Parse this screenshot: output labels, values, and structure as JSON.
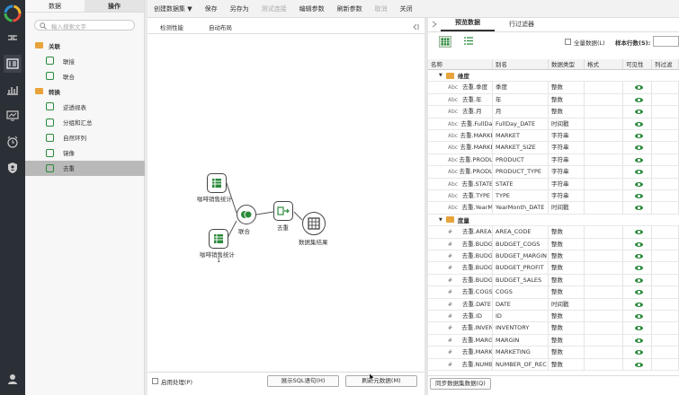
{
  "left_panel": {
    "tabs": [
      "数据",
      "操作"
    ],
    "search_placeholder": "輸入搜索文字",
    "tree": [
      {
        "label": "关联",
        "level": 0,
        "icon": "folder-icon"
      },
      {
        "label": "联接",
        "level": 1,
        "icon": "join-icon"
      },
      {
        "label": "联合",
        "level": 1,
        "icon": "union-icon"
      },
      {
        "label": "转换",
        "level": 0,
        "icon": "folder-icon"
      },
      {
        "label": "逆透视表",
        "level": 1,
        "icon": "unpivot-icon"
      },
      {
        "label": "分组和汇总",
        "level": 1,
        "icon": "group-icon"
      },
      {
        "label": "自然环列",
        "level": 1,
        "icon": "list-icon"
      },
      {
        "label": "镜像",
        "level": 1,
        "icon": "mirror-icon"
      },
      {
        "label": "去重",
        "level": 1,
        "icon": "dedup-icon",
        "selected": true
      }
    ]
  },
  "toolbar": {
    "items": [
      "创建数据集 ▼",
      "保存",
      "另存为",
      "测试连接",
      "编辑参数",
      "刷新参数",
      "取消",
      "关闭"
    ],
    "disabled": [
      false,
      false,
      false,
      true,
      false,
      false,
      true,
      false
    ]
  },
  "canvas": {
    "tabs": [
      "检测性能",
      "自动布局"
    ],
    "nodes": {
      "source1": "咖啡销售统计",
      "source2_line1": "咖啡销售统计",
      "source2_line2": "1",
      "union": "联合",
      "dedup": "去重",
      "result": "数据集结果"
    },
    "footer": {
      "checkbox_label": "启用处理(P)",
      "sql_button": "展示SQL语句(H)",
      "refresh_button": "刷新元数据(M)"
    }
  },
  "right_panel": {
    "tabs": [
      "预览数据",
      "行过滤器"
    ],
    "all_data_label": "全量数据(L)",
    "sample_rows_label": "样本行数(S):",
    "columns": [
      "名称",
      "别名",
      "数据类型",
      "格式",
      "可见性",
      "列过滤"
    ],
    "groups": [
      {
        "label": "维度",
        "rows": [
          {
            "type": "Abc",
            "name": "去重.季度",
            "alias": "季度",
            "dtype": "整数"
          },
          {
            "type": "Abc",
            "name": "去重.年",
            "alias": "年",
            "dtype": "整数"
          },
          {
            "type": "Abc",
            "name": "去重.月",
            "alias": "月",
            "dtype": "整数"
          },
          {
            "type": "Abc",
            "name": "去重.FullDay",
            "alias": "FullDay_DATE",
            "dtype": "时间戳"
          },
          {
            "type": "Abc",
            "name": "去重.MARKET",
            "alias": "MARKET",
            "dtype": "字符串"
          },
          {
            "type": "Abc",
            "name": "去重.MARKET",
            "alias": "MARKET_SIZE",
            "dtype": "字符串"
          },
          {
            "type": "Abc",
            "name": "去重.PRODUCT",
            "alias": "PRODUCT",
            "dtype": "字符串"
          },
          {
            "type": "Abc",
            "name": "去重.PRODUCT",
            "alias": "PRODUCT_TYPE",
            "dtype": "字符串"
          },
          {
            "type": "Abc",
            "name": "去重.STATE",
            "alias": "STATE",
            "dtype": "字符串"
          },
          {
            "type": "Abc",
            "name": "去重.TYPE",
            "alias": "TYPE",
            "dtype": "字符串"
          },
          {
            "type": "Abc",
            "name": "去重.YearM",
            "alias": "YearMonth_DATE",
            "dtype": "时间戳"
          }
        ]
      },
      {
        "label": "度量",
        "rows": [
          {
            "type": "#",
            "name": "去重.AREA",
            "alias": "AREA_CODE",
            "dtype": "整数"
          },
          {
            "type": "#",
            "name": "去重.BUDG",
            "alias": "BUDGET_COGS",
            "dtype": "整数"
          },
          {
            "type": "#",
            "name": "去重.BUDG",
            "alias": "BUDGET_MARGIN",
            "dtype": "整数"
          },
          {
            "type": "#",
            "name": "去重.BUDG",
            "alias": "BUDGET_PROFIT",
            "dtype": "整数"
          },
          {
            "type": "#",
            "name": "去重.BUDG",
            "alias": "BUDGET_SALES",
            "dtype": "整数"
          },
          {
            "type": "#",
            "name": "去重.COGS",
            "alias": "COGS",
            "dtype": "整数"
          },
          {
            "type": "#",
            "name": "去重.DATE",
            "alias": "DATE",
            "dtype": "时间戳"
          },
          {
            "type": "#",
            "name": "去重.ID",
            "alias": "ID",
            "dtype": "整数"
          },
          {
            "type": "#",
            "name": "去重.INVEN",
            "alias": "INVENTORY",
            "dtype": "整数"
          },
          {
            "type": "#",
            "name": "去重.MARG",
            "alias": "MARGIN",
            "dtype": "整数"
          },
          {
            "type": "#",
            "name": "去重.MARK",
            "alias": "MARKETING",
            "dtype": "整数"
          },
          {
            "type": "#",
            "name": "去重.NUMB",
            "alias": "NUMBER_OF_REC",
            "dtype": "整数"
          }
        ]
      }
    ],
    "sync_button": "同步数据集数据(Q)"
  },
  "colors": {
    "rail": "#2b2f36",
    "accent_green": "#2a8a3a",
    "folder": "#e8a33b",
    "selected": "#b9b9b9"
  }
}
